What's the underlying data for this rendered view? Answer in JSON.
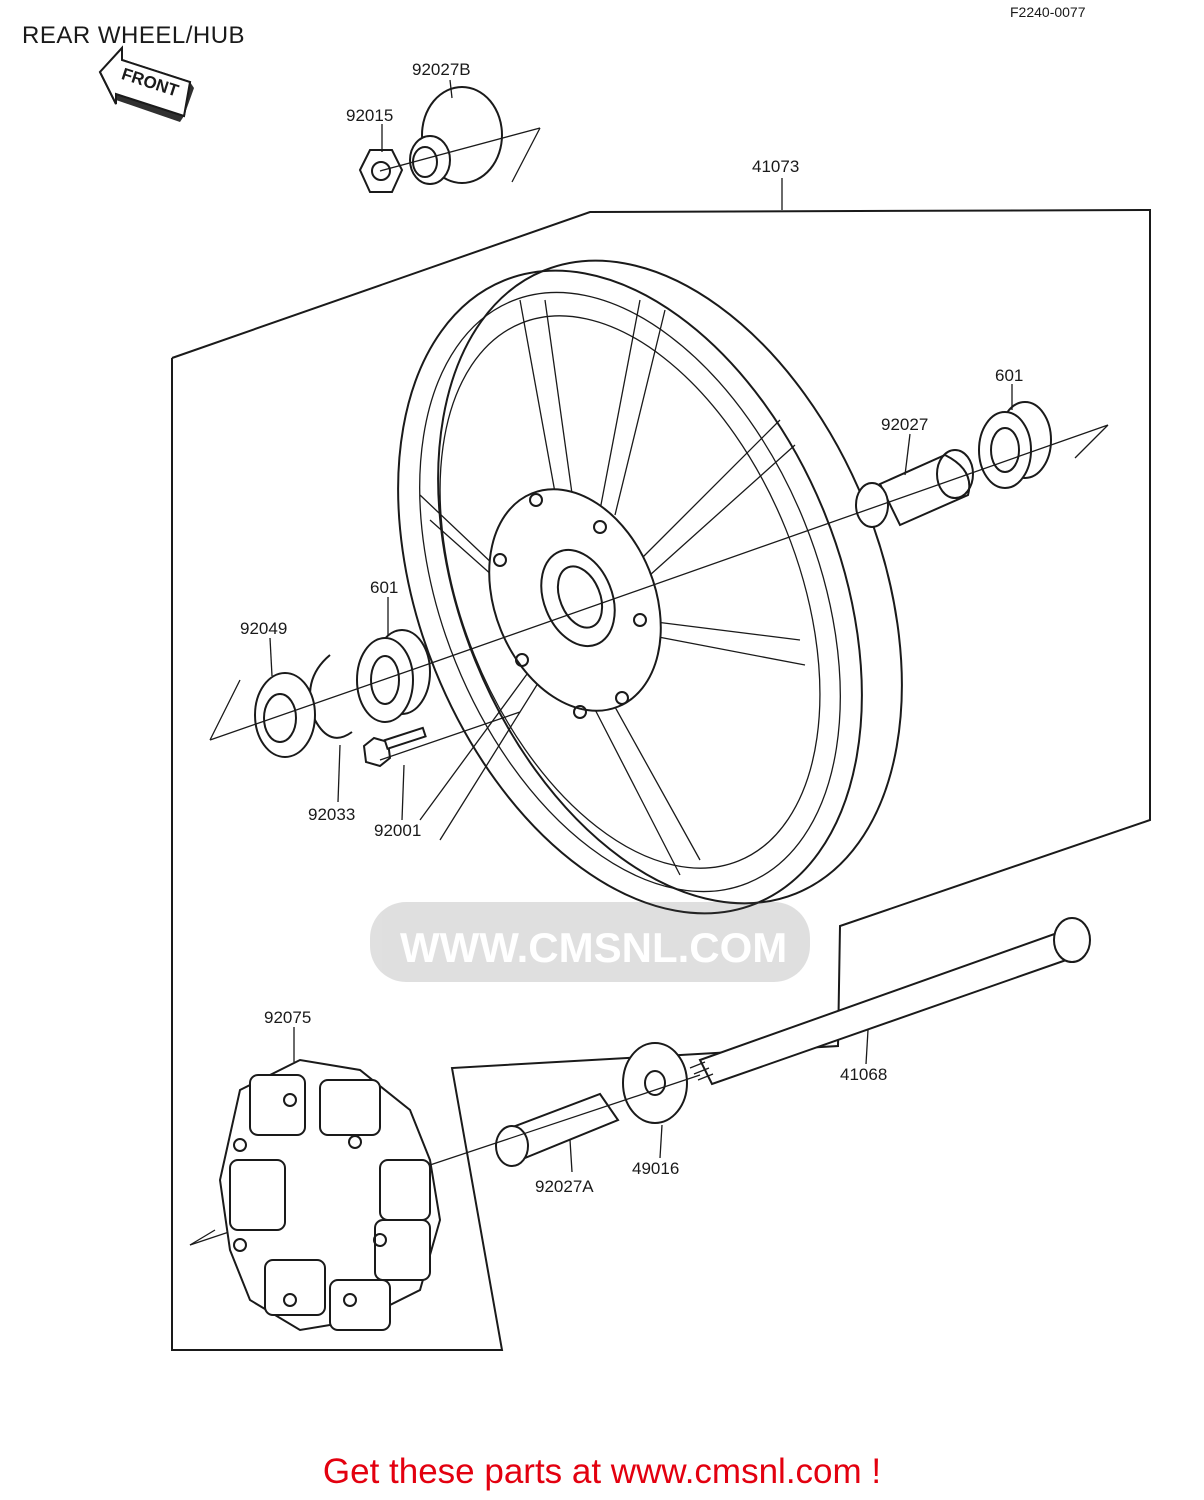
{
  "page": {
    "title": "REAR WHEEL/HUB",
    "diagram_code": "F2240-0077",
    "front_marker": "FRONT",
    "watermark": "WWW.CMSNL.COM",
    "footer": "Get these parts at www.cmsnl.com !"
  },
  "parts": [
    {
      "id": "p92027b",
      "number": "92027B"
    },
    {
      "id": "p92015",
      "number": "92015"
    },
    {
      "id": "p41073",
      "number": "41073"
    },
    {
      "id": "p601r",
      "number": "601"
    },
    {
      "id": "p92027",
      "number": "92027"
    },
    {
      "id": "p601l",
      "number": "601"
    },
    {
      "id": "p92049",
      "number": "92049"
    },
    {
      "id": "p92033",
      "number": "92033"
    },
    {
      "id": "p92001",
      "number": "92001"
    },
    {
      "id": "p92075",
      "number": "92075"
    },
    {
      "id": "p41068",
      "number": "41068"
    },
    {
      "id": "p49016",
      "number": "49016"
    },
    {
      "id": "p92027a",
      "number": "92027A"
    }
  ]
}
